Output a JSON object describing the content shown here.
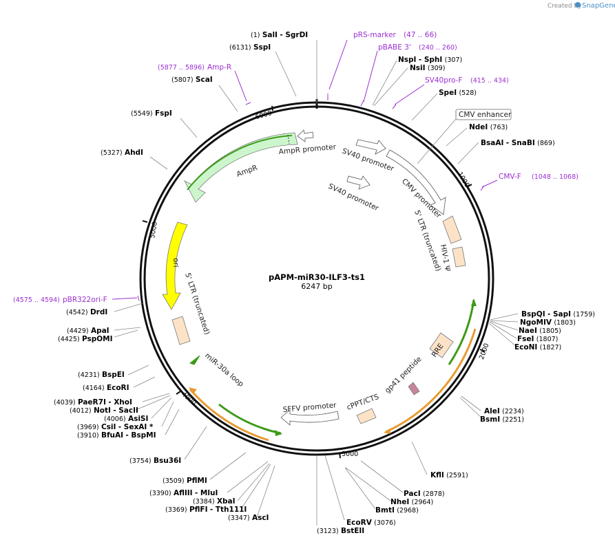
{
  "credit": {
    "prefix": "Created by",
    "brand": "SnapGene"
  },
  "plasmid": {
    "name": "pAPM-miR30-ILF3-ts1",
    "length": "6247 bp"
  },
  "ticks": [
    "1000",
    "2000",
    "3000",
    "4000",
    "5000",
    "6000"
  ],
  "sites": [
    {
      "id": "sali",
      "pos": "(1)",
      "name": "SalI",
      "extra": "- SgrDI",
      "side": "left"
    },
    {
      "id": "sspi",
      "pos": "(6131)",
      "name": "SspI",
      "extra": "",
      "side": "left"
    },
    {
      "id": "scai",
      "pos": "(5807)",
      "name": "ScaI",
      "extra": "",
      "side": "left"
    },
    {
      "id": "fspi",
      "pos": "(5549)",
      "name": "FspI",
      "extra": "",
      "side": "left"
    },
    {
      "id": "ahdi",
      "pos": "(5327)",
      "name": "AhdI",
      "extra": "",
      "side": "left"
    },
    {
      "id": "drdi",
      "pos": "(4542)",
      "name": "DrdI",
      "extra": "",
      "side": "left"
    },
    {
      "id": "apai",
      "pos": "(4429)",
      "name": "ApaI",
      "extra": "",
      "side": "left"
    },
    {
      "id": "pspomi",
      "pos": "(4425)",
      "name": "PspOMI",
      "extra": "",
      "side": "left"
    },
    {
      "id": "bspei",
      "pos": "(4231)",
      "name": "BspEI",
      "extra": "",
      "side": "left"
    },
    {
      "id": "ecori",
      "pos": "(4164)",
      "name": "EcoRI",
      "extra": "",
      "side": "left"
    },
    {
      "id": "paer7i",
      "pos": "(4039)",
      "name": "PaeR7I",
      "extra": "- XhoI",
      "side": "left"
    },
    {
      "id": "noti",
      "pos": "(4012)",
      "name": "NotI",
      "extra": "- SacII",
      "side": "left"
    },
    {
      "id": "asisi",
      "pos": "(4006)",
      "name": "AsiSI",
      "extra": "",
      "side": "left"
    },
    {
      "id": "csii",
      "pos": "(3969)",
      "name": "CsiI",
      "extra": "- SexAI *",
      "side": "left"
    },
    {
      "id": "bfuai",
      "pos": "(3910)",
      "name": "BfuAI",
      "extra": "- BspMI",
      "side": "left"
    },
    {
      "id": "bsu36i",
      "pos": "(3754)",
      "name": "Bsu36I",
      "extra": "",
      "side": "left"
    },
    {
      "id": "pflmi",
      "pos": "(3509)",
      "name": "PflMI",
      "extra": "",
      "side": "left"
    },
    {
      "id": "afliii",
      "pos": "(3390)",
      "name": "AflIII",
      "extra": "- MluI",
      "side": "left"
    },
    {
      "id": "xbai",
      "pos": "(3384)",
      "name": "XbaI",
      "extra": "",
      "side": "left"
    },
    {
      "id": "pflfi",
      "pos": "(3369)",
      "name": "PflFI",
      "extra": "- Tth111I",
      "side": "left"
    },
    {
      "id": "asci",
      "pos": "(3347)",
      "name": "AscI",
      "extra": "",
      "side": "left"
    },
    {
      "id": "bsteii",
      "pos": "(3123)",
      "name": "BstEII",
      "extra": "",
      "side": "left"
    },
    {
      "id": "ecorv",
      "pos": "(3076)",
      "name": "EcoRV",
      "extra": "",
      "side": "right"
    },
    {
      "id": "bmti",
      "pos": "(2968)",
      "name": "BmtI",
      "extra": "",
      "side": "right"
    },
    {
      "id": "nhei",
      "pos": "(2964)",
      "name": "NheI",
      "extra": "",
      "side": "right"
    },
    {
      "id": "paci",
      "pos": "(2878)",
      "name": "PacI",
      "extra": "",
      "side": "right"
    },
    {
      "id": "kfli",
      "pos": "(2591)",
      "name": "KflI",
      "extra": "",
      "side": "right"
    },
    {
      "id": "bsmi",
      "pos": "(2251)",
      "name": "BsmI",
      "extra": "",
      "side": "right"
    },
    {
      "id": "alei",
      "pos": "(2234)",
      "name": "AleI",
      "extra": "",
      "side": "right"
    },
    {
      "id": "econi",
      "pos": "(1827)",
      "name": "EcoNI",
      "extra": "",
      "side": "right"
    },
    {
      "id": "fsei",
      "pos": "(1807)",
      "name": "FseI",
      "extra": "",
      "side": "right"
    },
    {
      "id": "naei",
      "pos": "(1805)",
      "name": "NaeI",
      "extra": "",
      "side": "right"
    },
    {
      "id": "ngomiv",
      "pos": "(1803)",
      "name": "NgoMIV",
      "extra": "",
      "side": "right"
    },
    {
      "id": "bspqi",
      "pos": "(1759)",
      "name": "BspQI",
      "extra": "- SapI",
      "side": "right"
    },
    {
      "id": "bsaai",
      "pos": "(869)",
      "name": "BsaAI",
      "extra": "- SnaBI",
      "side": "right"
    },
    {
      "id": "ndei",
      "pos": "(763)",
      "name": "NdeI",
      "extra": "",
      "side": "right"
    },
    {
      "id": "spei",
      "pos": "(528)",
      "name": "SpeI",
      "extra": "",
      "side": "right"
    },
    {
      "id": "nsii",
      "pos": "(309)",
      "name": "NsiI",
      "extra": "",
      "side": "right"
    },
    {
      "id": "nspi",
      "pos": "(307)",
      "name": "NspI",
      "extra": "- SphI",
      "side": "right"
    }
  ],
  "primers": [
    {
      "id": "prs",
      "name": "pRS-marker",
      "range": "(47 .. 66)"
    },
    {
      "id": "pbabe",
      "name": "pBABE 3'",
      "range": "(240 .. 260)"
    },
    {
      "id": "sv40f",
      "name": "SV40pro-F",
      "range": "(415 .. 434)"
    },
    {
      "id": "cmvf",
      "name": "CMV-F",
      "range": "(1048 .. 1068)"
    },
    {
      "id": "ampr",
      "name": "Amp-R",
      "range": "(5877 .. 5896)"
    },
    {
      "id": "pbr",
      "name": "pBR322ori-F",
      "range": "(4575 .. 4594)"
    }
  ],
  "features": {
    "cmv_enhancer": "CMV enhancer",
    "ampr": "AmpR",
    "ampr_promoter": "AmpR promoter",
    "sv40_promoter_1": "SV40 promoter",
    "sv40_promoter_2": "SV40 promoter",
    "cmv_promoter": "CMV promoter",
    "ltr5_right": "5' LTR (truncated)",
    "hiv1": "HIV-1 Ψ",
    "ori": "ori",
    "ltr5_left": "5' LTR (truncated)",
    "mir30a": "miR-30a loop",
    "rre": "RRE",
    "gp41": "gp41 peptide",
    "cppt": "cPPT/CTS",
    "sffv": "SFFV promoter"
  },
  "colors": {
    "primer": "#9a2fd0",
    "ampr_fill": "#ccf5cc",
    "ori_fill": "#ffff00",
    "ltr_fill": "#fce3c8",
    "gp41_fill": "#c8869a",
    "green_stroke": "#3d9a18",
    "orange_stroke": "#e89a30"
  }
}
